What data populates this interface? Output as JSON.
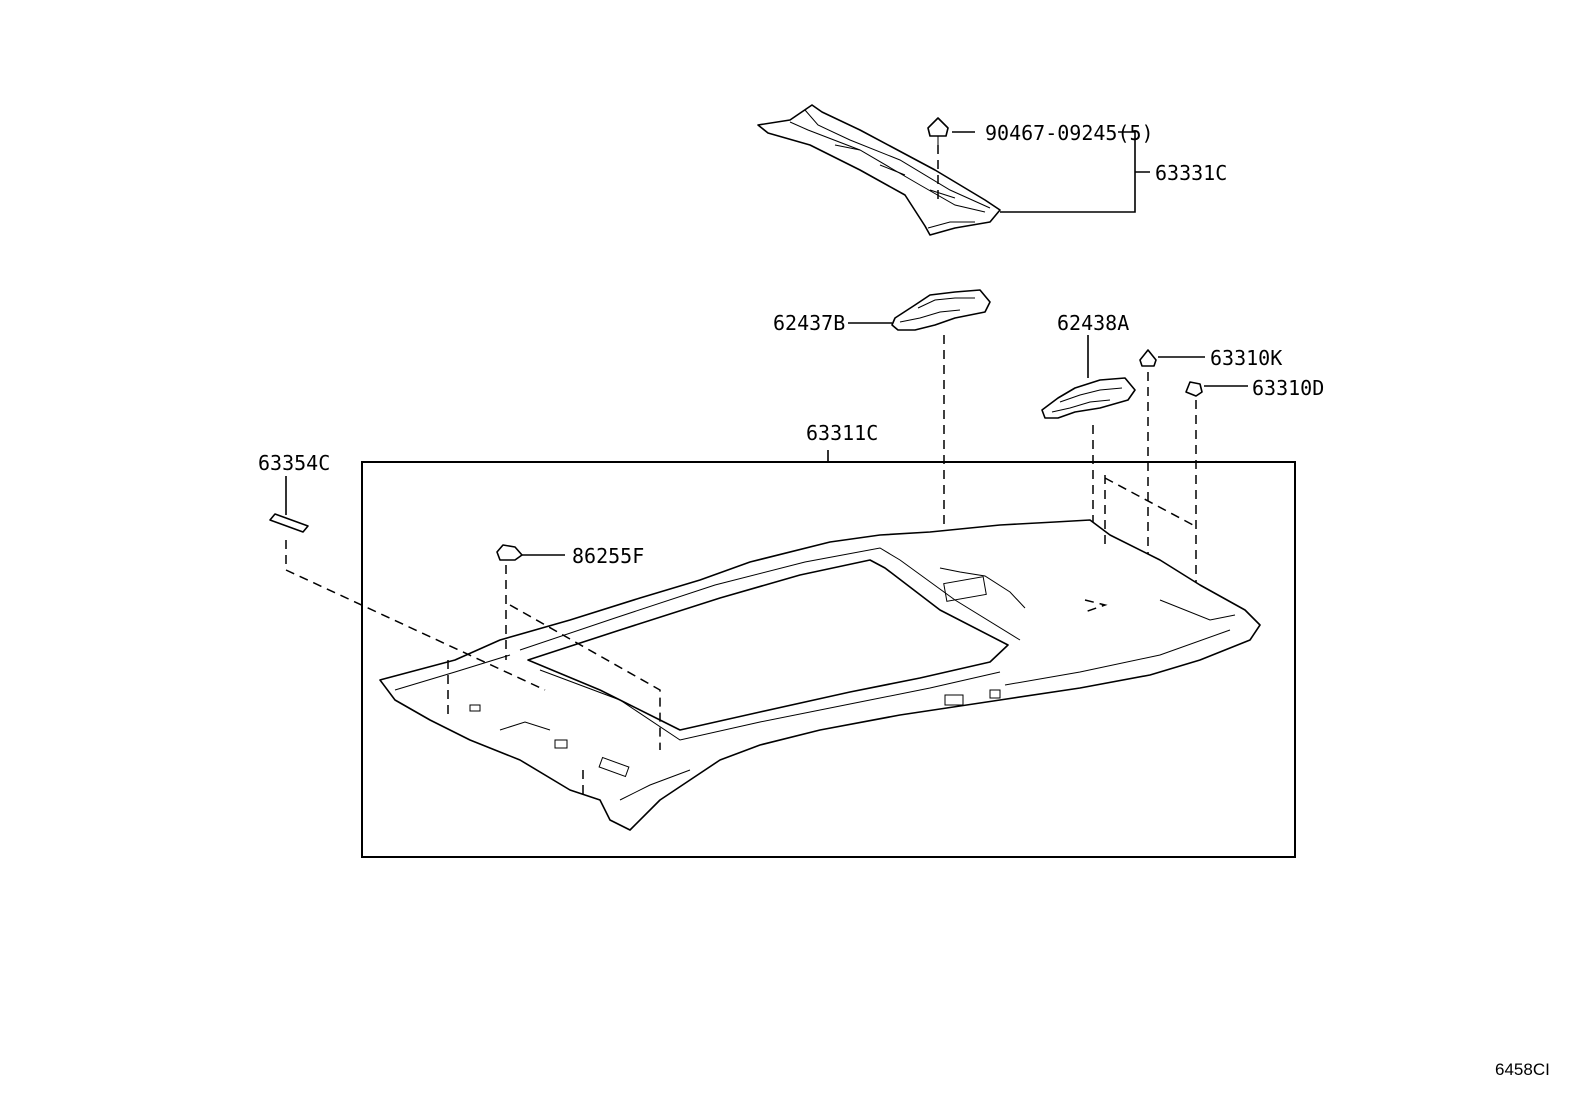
{
  "callouts": {
    "bolt": "90467-09245(5)",
    "visor_trim": "63331C",
    "bracket_front": "62437B",
    "bracket_rear": "62438A",
    "clip_k": "63310K",
    "clip_d": "63310D",
    "headliner": "63311C",
    "tape": "63354C",
    "lamp": "86255F"
  },
  "drawing_code": "6458CI"
}
